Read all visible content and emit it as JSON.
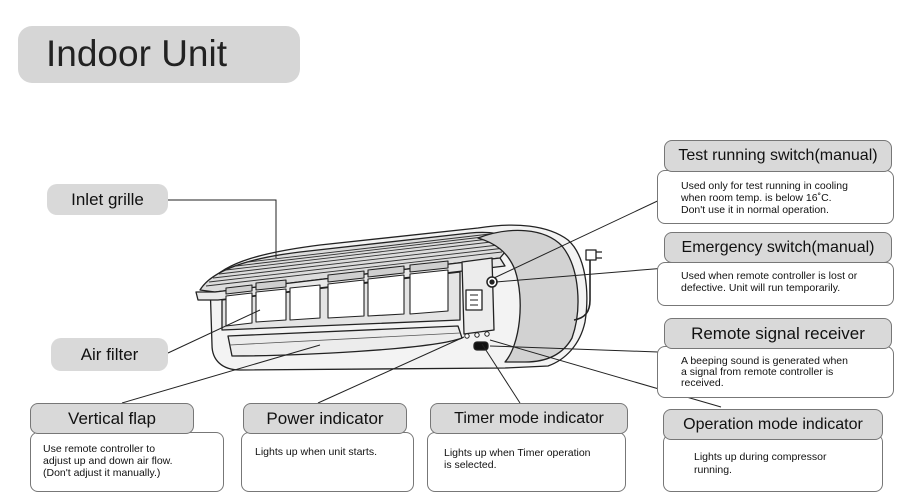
{
  "title": "Indoor Unit",
  "labels": {
    "inlet_grille": "Inlet grille",
    "air_filter": "Air filter"
  },
  "callouts": {
    "test_switch": {
      "title": "Test running switch(manual)",
      "lines": [
        "Used only for test running in cooling",
        "when room temp. is below 16˚C.",
        "Don't use it in normal operation."
      ]
    },
    "emergency_switch": {
      "title": "Emergency switch(manual)",
      "lines": [
        "Used when remote controller is lost or",
        "defective. Unit will run temporarily."
      ]
    },
    "remote_receiver": {
      "title": "Remote signal receiver",
      "lines": [
        "A beeping sound is generated when",
        "a signal from remote controller is",
        "received."
      ]
    },
    "vertical_flap": {
      "title": "Vertical flap",
      "lines": [
        "Use remote controller to",
        "adjust up and down air flow.",
        "(Don't adjust it manually.)"
      ]
    },
    "power_indicator": {
      "title": "Power indicator",
      "lines": [
        "Lights up when unit starts."
      ]
    },
    "timer_indicator": {
      "title": "Timer mode indicator",
      "lines": [
        "Lights up when Timer operation",
        "is selected."
      ]
    },
    "operation_indicator": {
      "title": "Operation mode indicator",
      "lines": [
        "Lights up during compressor",
        "running."
      ]
    }
  }
}
